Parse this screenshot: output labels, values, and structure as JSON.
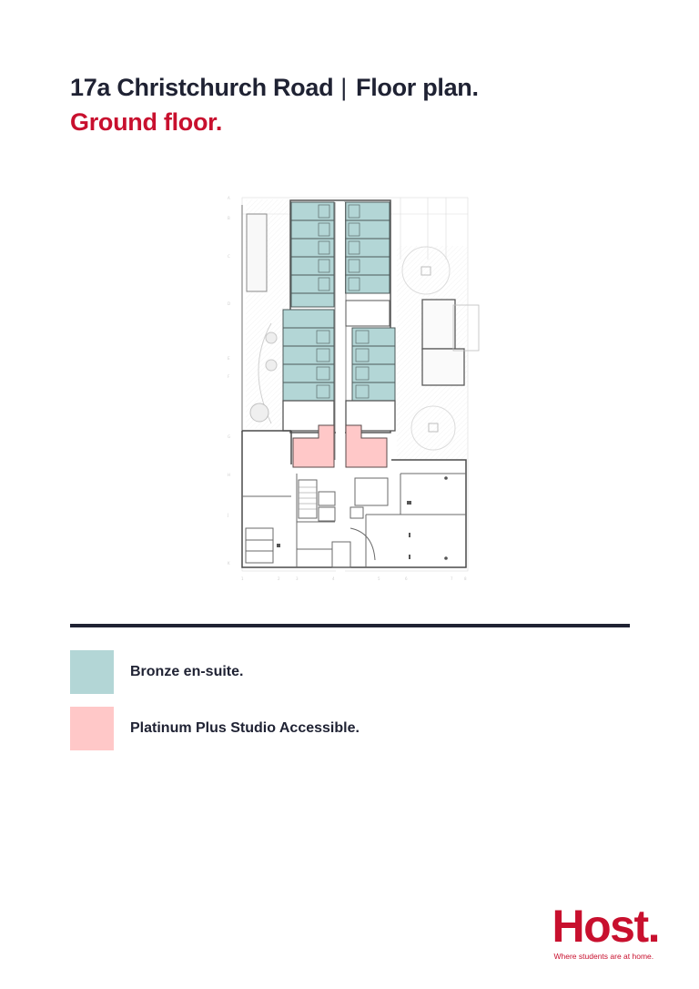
{
  "header": {
    "property": "17a Christchurch Road",
    "separator": "|",
    "doc_type": "Floor plan.",
    "floor": "Ground floor."
  },
  "colors": {
    "title": "#1f2233",
    "accent": "#c8102e",
    "bronze": "#b3d6d6",
    "platinum": "#ffc8c8",
    "divider": "#1f2233"
  },
  "floor_plan": {
    "label": "Ground floor plan drawing",
    "bronze_room_count": 18,
    "platinum_room_count": 2
  },
  "legend": {
    "items": [
      {
        "label": "Bronze en-suite.",
        "color": "#b3d6d6"
      },
      {
        "label": "Platinum Plus Studio Accessible.",
        "color": "#ffc8c8"
      }
    ]
  },
  "brand": {
    "name": "Host.",
    "tagline": "Where students are at home."
  }
}
